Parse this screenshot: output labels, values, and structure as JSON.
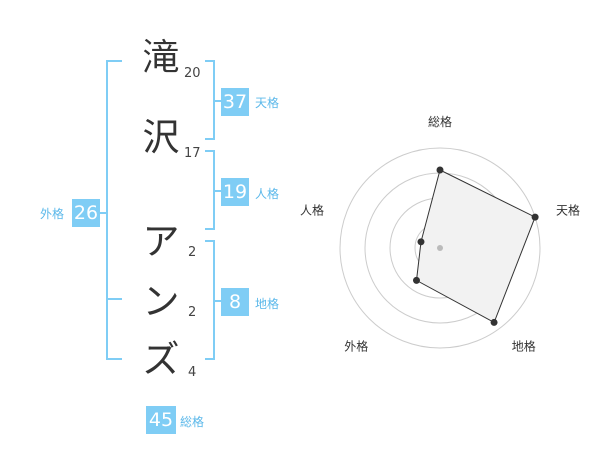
{
  "name": {
    "chars": [
      {
        "char": "滝",
        "strokes": "20"
      },
      {
        "char": "沢",
        "strokes": "17"
      },
      {
        "char": "ア",
        "strokes": "2"
      },
      {
        "char": "ン",
        "strokes": "2"
      },
      {
        "char": "ズ",
        "strokes": "4"
      }
    ]
  },
  "kaku": {
    "tenkaku": {
      "value": "37",
      "label": "天格"
    },
    "jinkaku": {
      "value": "19",
      "label": "人格"
    },
    "chikaku": {
      "value": "8",
      "label": "地格"
    },
    "gaikaku": {
      "value": "26",
      "label": "外格"
    },
    "soukaku": {
      "value": "45",
      "label": "総格"
    }
  },
  "colors": {
    "accent": "#7fcdf5",
    "accent_text": "#5bb8ea",
    "radar_fill": "#f2f2f2",
    "radar_line": "#333333",
    "ring": "#cccccc"
  },
  "chart_data": {
    "type": "radar",
    "axes": [
      "総格",
      "天格",
      "地格",
      "外格",
      "人格"
    ],
    "values": [
      0.78,
      1.0,
      0.92,
      0.4,
      0.2
    ],
    "rings": 4,
    "range": [
      0,
      1
    ]
  }
}
